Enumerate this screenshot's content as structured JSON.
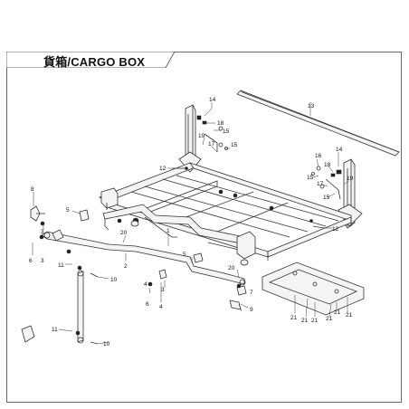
{
  "title": "貨箱/CARGO BOX",
  "colors": {
    "line": "#333333",
    "background": "#ffffff",
    "label": "#111111"
  },
  "callouts": {
    "c13": "13",
    "c14a": "14",
    "c18a": "18",
    "c15a": "15",
    "c19a": "19",
    "c17a": "17",
    "c15b": "15",
    "c16": "16",
    "c14b": "14",
    "c18b": "18",
    "c15c": "15",
    "c17b": "17",
    "c19b": "19",
    "c15d": "15",
    "c12a": "12",
    "c12b": "12",
    "c8": "8",
    "c3a": "3",
    "c5a": "5",
    "c20a": "20",
    "c1": "1",
    "c6a": "6",
    "c3b": "3",
    "c2": "2",
    "c5b": "5",
    "c20b": "20",
    "c11a": "11",
    "c10a": "10",
    "c4a": "4",
    "c3c": "3",
    "c6b": "6",
    "c4b": "4",
    "c7": "7",
    "c9": "9",
    "c11b": "11",
    "c10b": "10",
    "c21a": "21",
    "c21b": "21",
    "c21c": "21",
    "c21d": "21",
    "c21e": "21",
    "c21f": "21"
  }
}
